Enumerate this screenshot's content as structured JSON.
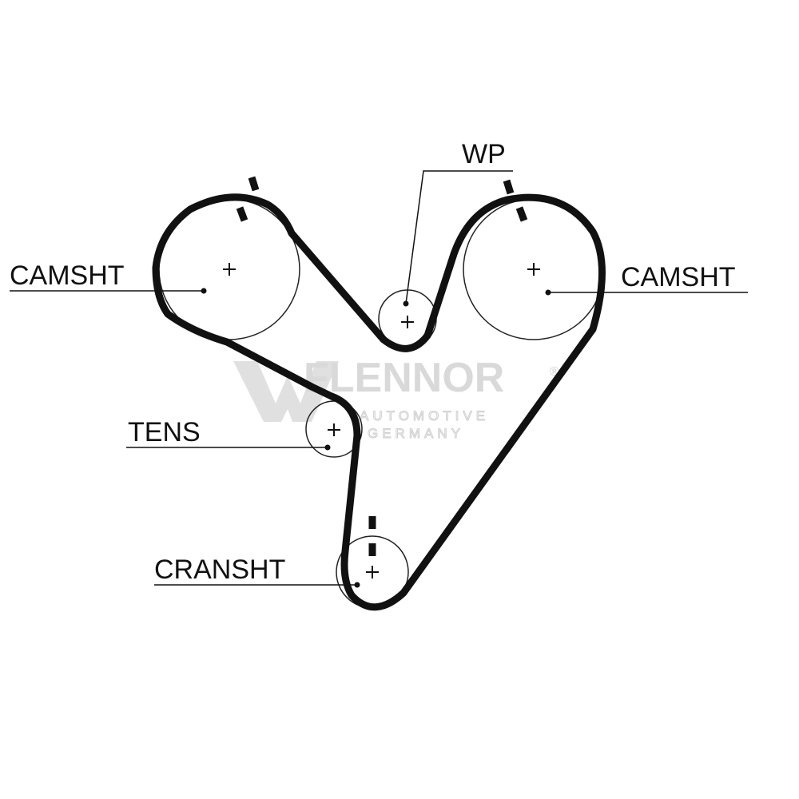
{
  "labels": {
    "camshaft_left": "CAMSHT",
    "camshaft_right": "CAMSHT",
    "water_pump": "WP",
    "tensioner": "TENS",
    "crankshaft": "CRANSHT"
  },
  "watermark": {
    "brand": "FLENNOR",
    "registered": "®",
    "line1": "AUTOMOTIVE",
    "line2": "GERMANY"
  },
  "colors": {
    "belt": "#111111",
    "pulley_outline": "#222222",
    "watermark": "#d9d9d9"
  }
}
